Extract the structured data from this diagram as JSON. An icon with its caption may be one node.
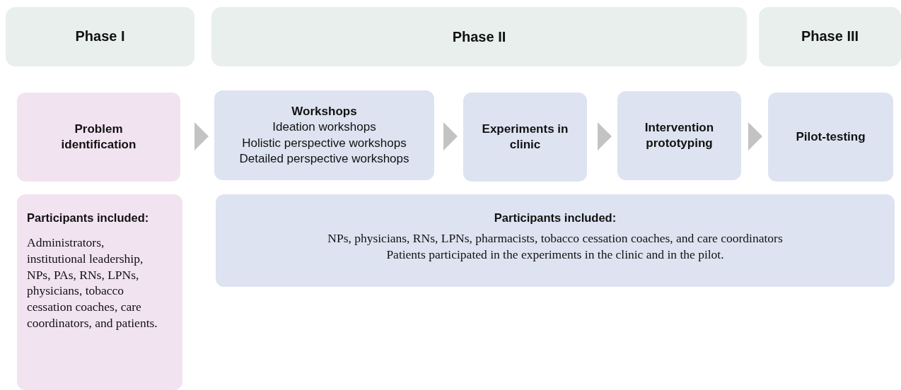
{
  "diagram": {
    "nodes": [
      {
        "text": [
          "Phase I"
        ]
      },
      {
        "text": [
          "Phase II"
        ]
      },
      {
        "text": [
          "Phase III"
        ]
      },
      {
        "text": [
          "Problem identification"
        ]
      },
      {
        "text": [
          "Workshops",
          "Ideation workshops",
          "Holistic perspective workshops",
          "Detailed perspective workshops"
        ]
      },
      {
        "text": [
          "Experiments in clinic"
        ]
      },
      {
        "text": [
          "Intervention prototyping"
        ]
      },
      {
        "text": [
          "Pilot-testing"
        ]
      },
      {
        "text": [
          "Participants included:",
          "Administrators, institutional leadership, NPs, PAs, RNs, LPNs, physicians, tobacco cessation coaches, care coordinators, and patients."
        ]
      },
      {
        "text": [
          "Participants included:",
          "NPs, physicians, RNs, LPNs, pharmacists, tobacco cessation coaches, and care coordinators",
          "Patients participated in the experiments in the clinic and in the pilot."
        ]
      }
    ],
    "edges": [
      {
        "from": 3,
        "to": 4,
        "arrow": "to"
      },
      {
        "from": 4,
        "to": 5,
        "arrow": "to"
      },
      {
        "from": 5,
        "to": 6,
        "arrow": "to"
      },
      {
        "from": 6,
        "to": 7,
        "arrow": "to"
      }
    ]
  }
}
